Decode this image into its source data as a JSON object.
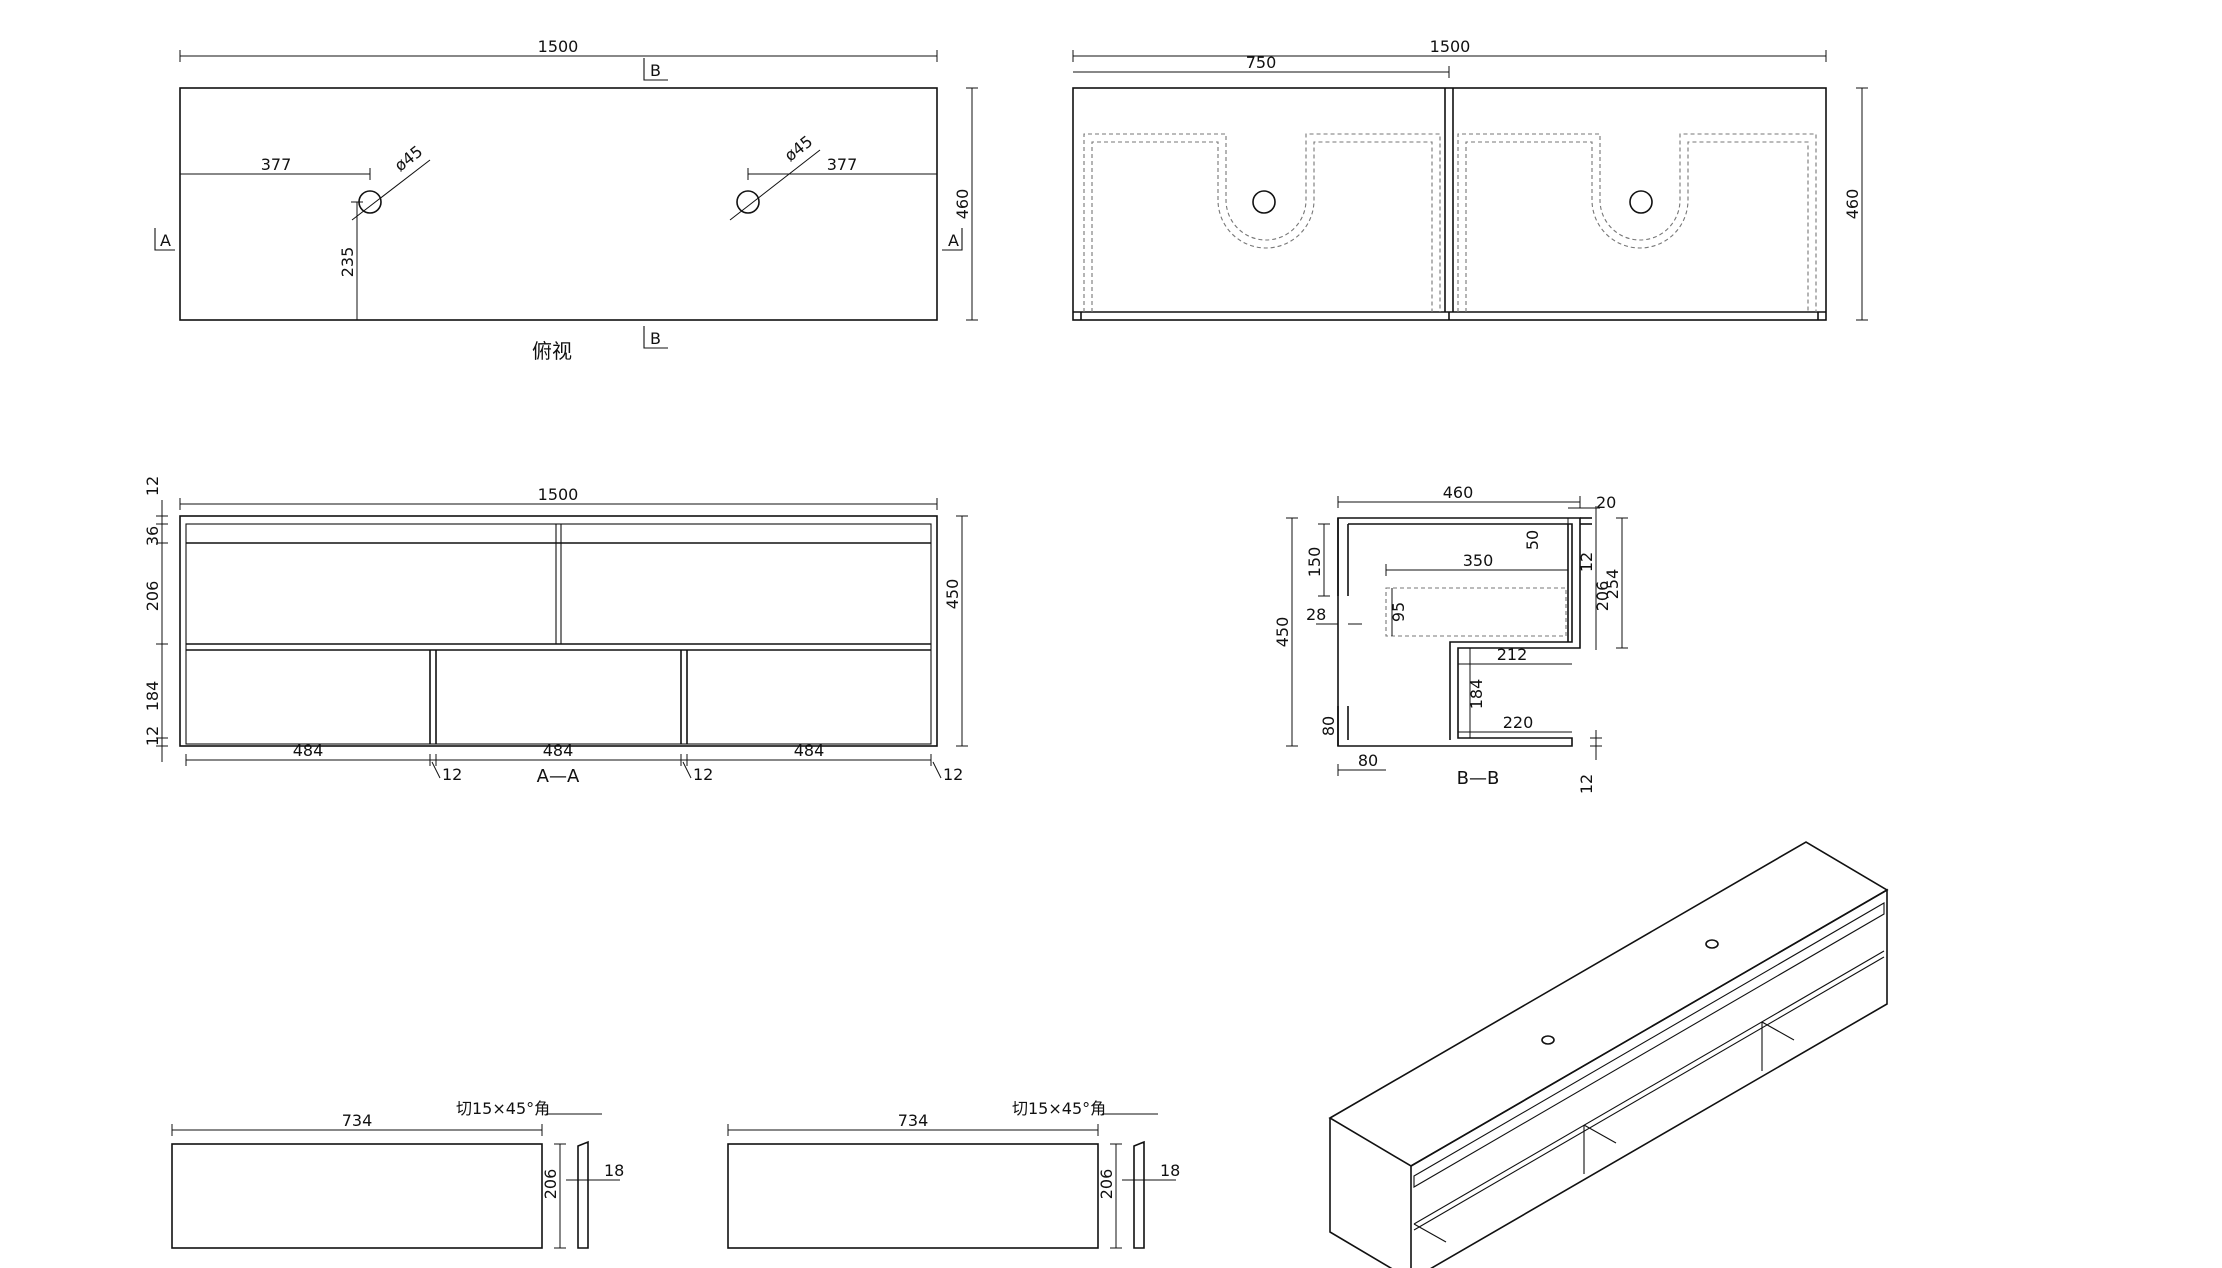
{
  "top_view": {
    "width": "1500",
    "depth": "460",
    "hole_offset_left": "377",
    "hole_offset_right": "377",
    "hole_diameter_left": "ø45",
    "hole_diameter_right": "ø45",
    "hole_from_front": "235",
    "section_marker_a": "A",
    "section_marker_b": "B",
    "caption": "俯视"
  },
  "rear_view": {
    "width": "1500",
    "half_width": "750",
    "depth": "460"
  },
  "section_aa": {
    "width": "1500",
    "height": "450",
    "top_thickness": "12",
    "band_height": "36",
    "upper_height": "206",
    "lower_height": "184",
    "bottom_thickness": "12",
    "bay_left": "484",
    "bay_middle": "484",
    "bay_right": "484",
    "divider_1": "12",
    "divider_2": "12",
    "divider_3": "12",
    "caption": "A—A"
  },
  "section_bb": {
    "depth": "460",
    "overhang": "20",
    "lip_height": "50",
    "back_height": "150",
    "height": "450",
    "inner_depth": "350",
    "front_thickness": "12",
    "upper_height": "206",
    "total_front": "254",
    "drawer_height": "95",
    "side_gap": "28",
    "shelf_depth": "212",
    "lower_height": "184",
    "base_depth": "220",
    "foot_height": "80",
    "foot_width": "80",
    "base_thickness": "12",
    "caption": "B—B"
  },
  "panel_1": {
    "length": "734",
    "height": "206",
    "thickness": "18",
    "note": "切15×45°角"
  },
  "panel_2": {
    "length": "734",
    "height": "206",
    "thickness": "18",
    "note": "切15×45°角"
  }
}
